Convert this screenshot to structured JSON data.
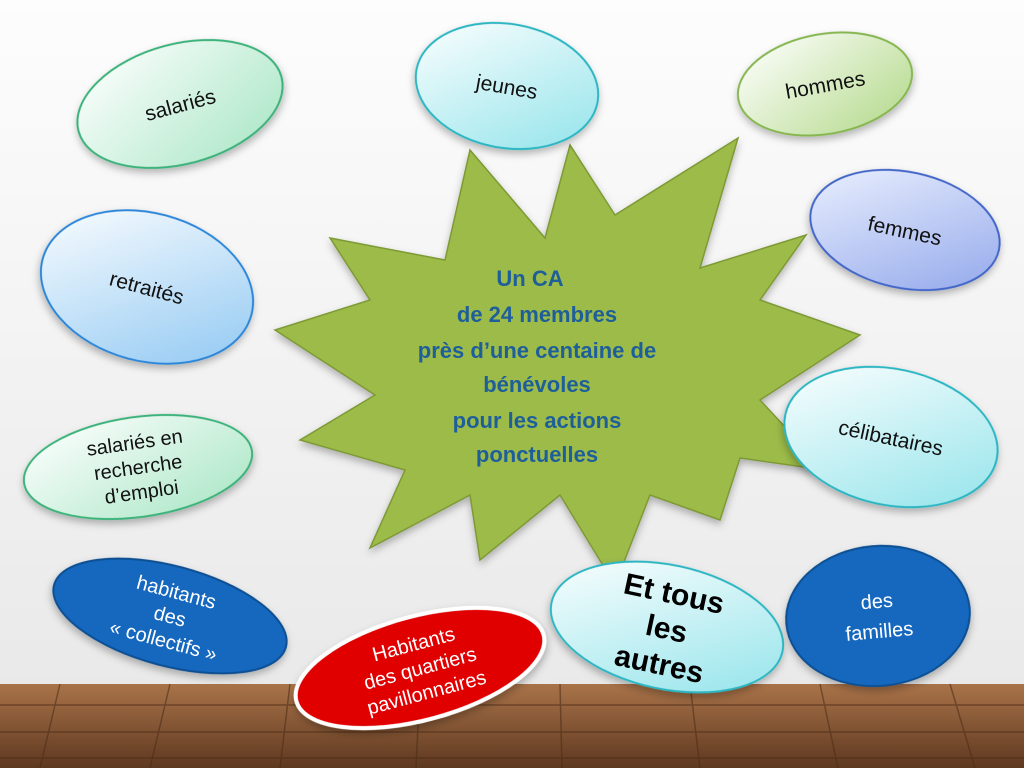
{
  "star": {
    "lines": [
      "Un CA",
      "de 24 membres",
      "près d’une centaine de",
      "bénévoles",
      "pour les actions",
      "ponctuelles"
    ]
  },
  "bubbles": {
    "salaries": [
      "salariés"
    ],
    "jeunes": [
      "jeunes"
    ],
    "hommes": [
      "hommes"
    ],
    "femmes": [
      "femmes"
    ],
    "retraites": [
      "retraités"
    ],
    "celibataires": [
      "célibataires"
    ],
    "chomeurs": [
      "salariés en",
      "recherche",
      "d’emploi"
    ],
    "collectifs": [
      "habitants",
      "des",
      "« collectifs »"
    ],
    "pavillonnaires": [
      "Habitants",
      "des quartiers",
      "pavillonnaires"
    ],
    "autres": [
      "Et tous",
      "les",
      "autres"
    ],
    "familles": [
      "des",
      "familles"
    ]
  },
  "colors": {
    "star_fill": "#9cbb4a",
    "star_text": "#1f5f99",
    "blue_dark": "#1268bf",
    "red": "#e00000",
    "floor": "#8a5a33"
  }
}
